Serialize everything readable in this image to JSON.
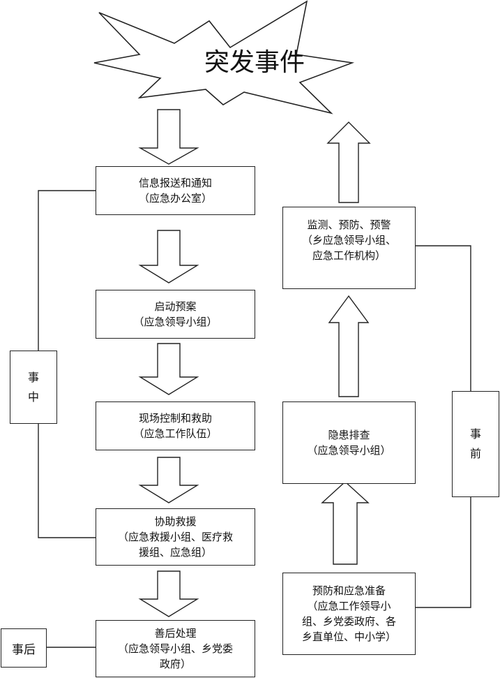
{
  "title": "突发事件",
  "steps": {
    "s1": {
      "title": "信息报送和通知",
      "sub1": "（应急办公室）",
      "sub2": ""
    },
    "s2": {
      "title": "启动预案",
      "sub1": "（应急领导小组）",
      "sub2": ""
    },
    "s3": {
      "title": "现场控制和救助",
      "sub1": "（应急工作队伍）",
      "sub2": ""
    },
    "s4": {
      "title": "协助救援",
      "sub1": "（应急救援小组、医疗救",
      "sub2": "援组、应急组）"
    },
    "s5": {
      "title": "善后处理",
      "sub1": "（应急领导小组、乡党委",
      "sub2": "政府）"
    },
    "r1": {
      "title": "监测、预防、预警",
      "sub1": "（乡应急领导小组、",
      "sub2": "应急工作机构）"
    },
    "r2": {
      "title": "隐患排查",
      "sub1": "（应急领导小组）",
      "sub2": ""
    },
    "r3": {
      "title": "预防和应急准备",
      "sub1": "（应急工作领导小",
      "sub2": "组、乡党委政府、各",
      "sub3": "乡直单位、中小学）"
    }
  },
  "phases": {
    "during": {
      "c1": "事",
      "c2": "中"
    },
    "before": {
      "c1": "事",
      "c2": "前"
    },
    "after": "事后"
  }
}
